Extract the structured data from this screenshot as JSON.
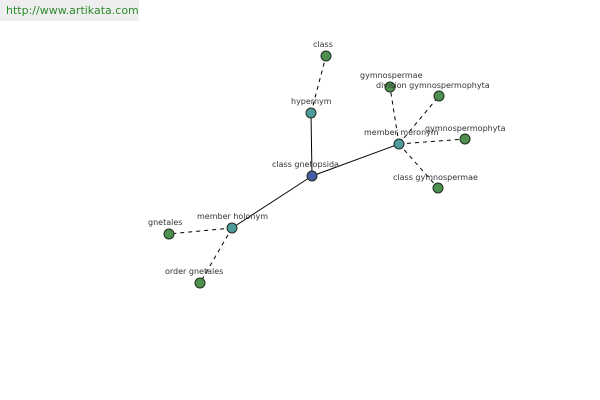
{
  "watermark": "http://www.artikata.com",
  "colors": {
    "center": "#4a5aa8",
    "relation": "#4f9a9a",
    "leaf": "#4f8f4f",
    "watermark_text": "#2d8a2d"
  },
  "nodes": [
    {
      "id": "center",
      "label": "class gnetopsida",
      "kind": "center"
    },
    {
      "id": "hypernym",
      "label": "hypernym",
      "kind": "relation"
    },
    {
      "id": "class",
      "label": "class",
      "kind": "leaf"
    },
    {
      "id": "member-meronym",
      "label": "member meronym",
      "kind": "relation"
    },
    {
      "id": "gymnospermae",
      "label": "gymnospermae",
      "kind": "leaf"
    },
    {
      "id": "division-gymnospermophyta",
      "label": "division gymnospermophyta",
      "kind": "leaf"
    },
    {
      "id": "gymnospermophyta",
      "label": "gymnospermophyta",
      "kind": "leaf"
    },
    {
      "id": "class-gymnospermae",
      "label": "class gymnospermae",
      "kind": "leaf"
    },
    {
      "id": "member-holonym",
      "label": "member holonym",
      "kind": "relation"
    },
    {
      "id": "gnetales",
      "label": "gnetales",
      "kind": "leaf"
    },
    {
      "id": "order-gnetales",
      "label": "order gnetales",
      "kind": "leaf"
    }
  ],
  "edges": [
    {
      "from": "center",
      "to": "hypernym",
      "style": "solid"
    },
    {
      "from": "hypernym",
      "to": "class",
      "style": "dashed"
    },
    {
      "from": "center",
      "to": "member-meronym",
      "style": "solid"
    },
    {
      "from": "member-meronym",
      "to": "gymnospermae",
      "style": "dashed"
    },
    {
      "from": "member-meronym",
      "to": "division-gymnospermophyta",
      "style": "dashed"
    },
    {
      "from": "member-meronym",
      "to": "gymnospermophyta",
      "style": "dashed"
    },
    {
      "from": "member-meronym",
      "to": "class-gymnospermae",
      "style": "dashed"
    },
    {
      "from": "center",
      "to": "member-holonym",
      "style": "solid"
    },
    {
      "from": "member-holonym",
      "to": "gnetales",
      "style": "dashed"
    },
    {
      "from": "member-holonym",
      "to": "order-gnetales",
      "style": "dashed"
    }
  ]
}
